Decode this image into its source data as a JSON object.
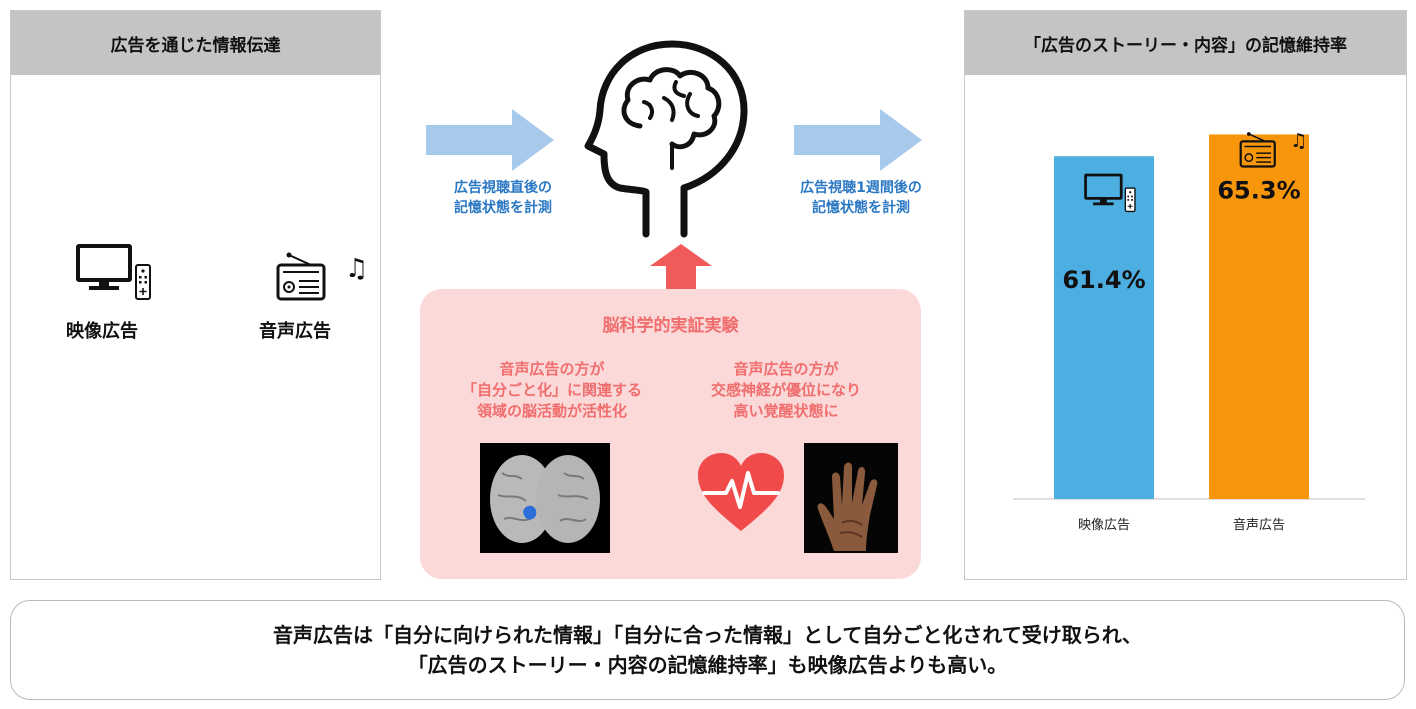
{
  "left_panel": {
    "title": "広告を通じた情報伝達",
    "items": [
      {
        "label": "映像広告",
        "icon": "tv-remote-icon"
      },
      {
        "label": "音声広告",
        "icon": "radio-music-icon"
      }
    ]
  },
  "arrows": {
    "left_label_line1": "広告視聴直後の",
    "left_label_line2": "記憶状態を計測",
    "right_label_line1": "広告視聴1週間後の",
    "right_label_line2": "記憶状態を計測"
  },
  "experiment": {
    "title": "脳科学的実証実験",
    "left_text": [
      "音声広告の方が",
      "「自分ごと化」に関連する",
      "領域の脳活動が活性化"
    ],
    "right_text": [
      "音声広告の方が",
      "交感神経が優位になり",
      "高い覚醒状態に"
    ]
  },
  "right_panel": {
    "title": "「広告のストーリー・内容」の記憶維持率"
  },
  "chart_data": {
    "type": "bar",
    "categories": [
      "映像広告",
      "音声広告"
    ],
    "values": [
      61.4,
      65.3
    ],
    "value_labels": [
      "61.4%",
      "65.3%"
    ],
    "colors": [
      "#4daee1",
      "#f7950b"
    ],
    "ylim": [
      0,
      70
    ],
    "grid": false
  },
  "summary": {
    "line1": "音声広告は「自分に向けられた情報」「自分に合った情報」として自分ごと化されて受け取られ、",
    "line2": "「広告のストーリー・内容の記憶維持率」も映像広告よりも高い。"
  },
  "colors": {
    "arrow_blue": "#a7c9ec",
    "arrow_red": "#f05a5a",
    "label_blue": "#2a77c4",
    "pink_bg": "#fcd9d9",
    "pink_text": "#f06e6e",
    "header_gray": "#c4c4c4"
  }
}
